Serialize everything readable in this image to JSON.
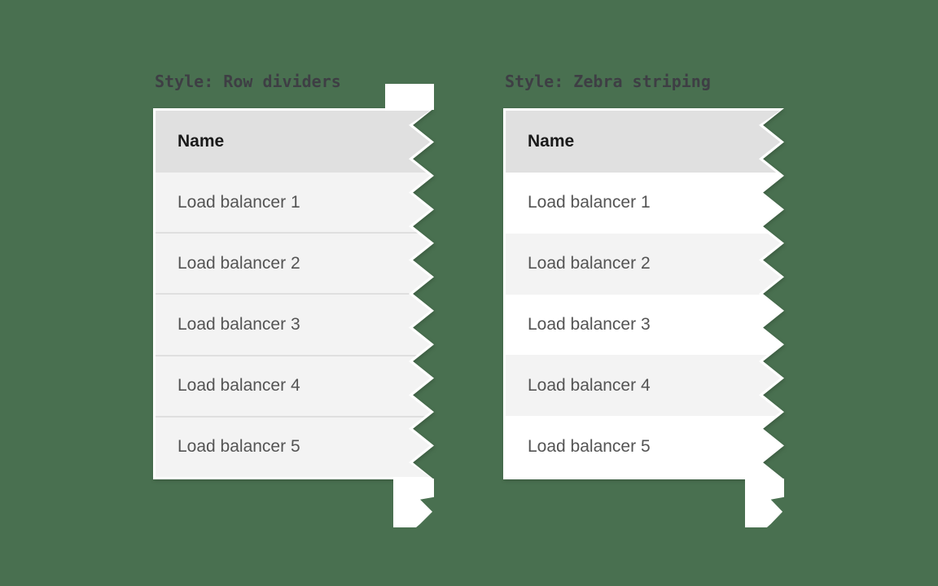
{
  "theme": {
    "page-bg": "#497050",
    "ribbon": "#ffffff",
    "header-bg": "#e0e0e0",
    "header-text": "#1a1a1a",
    "row-bg": "#f3f3f3",
    "row-alt-bg": "#ffffff",
    "row-text": "#545454",
    "divider": "#dfdfdf",
    "label-text": "#3e3e44"
  },
  "panels": [
    {
      "label": "Style: Row dividers",
      "table": {
        "style": "row-dividers",
        "columns": [
          "Name"
        ],
        "rows": [
          "Load balancer 1",
          "Load balancer 2",
          "Load balancer 3",
          "Load balancer 4",
          "Load balancer 5"
        ]
      }
    },
    {
      "label": "Style: Zebra striping",
      "table": {
        "style": "zebra-striping",
        "columns": [
          "Name"
        ],
        "rows": [
          "Load balancer 1",
          "Load balancer 2",
          "Load balancer 3",
          "Load balancer 4",
          "Load balancer 5"
        ]
      }
    }
  ]
}
